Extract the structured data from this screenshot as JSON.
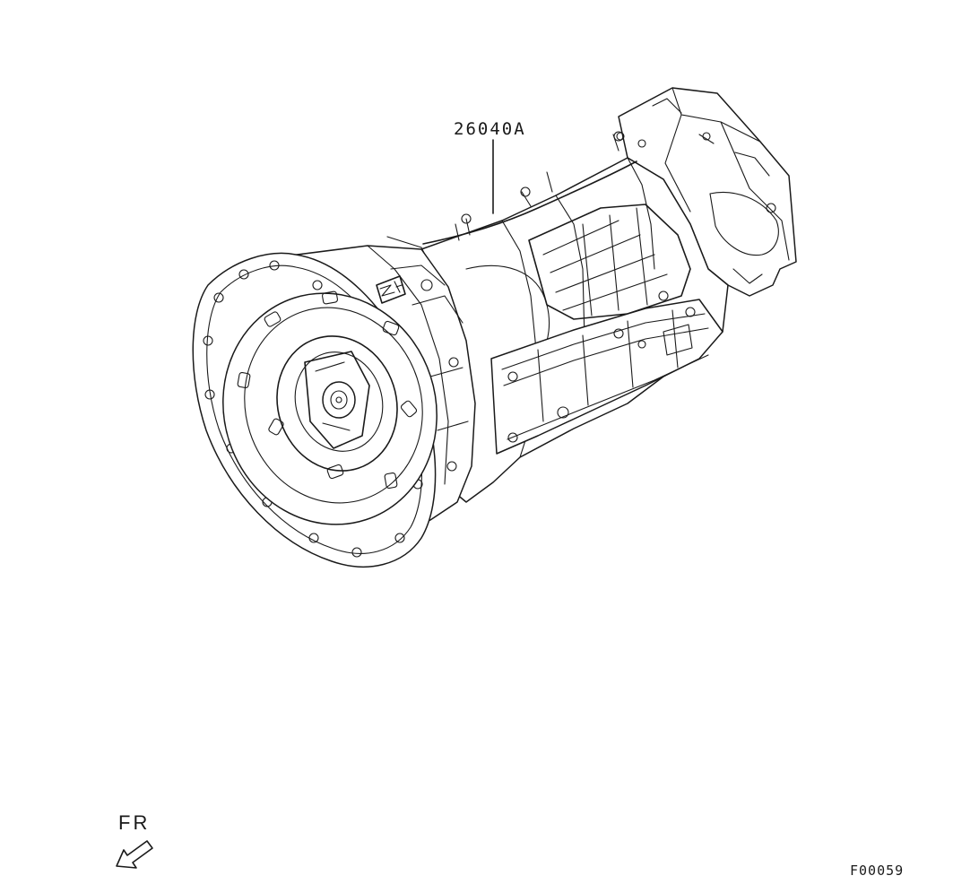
{
  "callout": {
    "part_number": "26040A"
  },
  "orientation": {
    "text": "FR",
    "icon": "front-direction-arrow-icon"
  },
  "figure": {
    "id": "F00059"
  },
  "subject_icon": "automatic-transmission-assembly-icon",
  "badge_text": "ZF"
}
